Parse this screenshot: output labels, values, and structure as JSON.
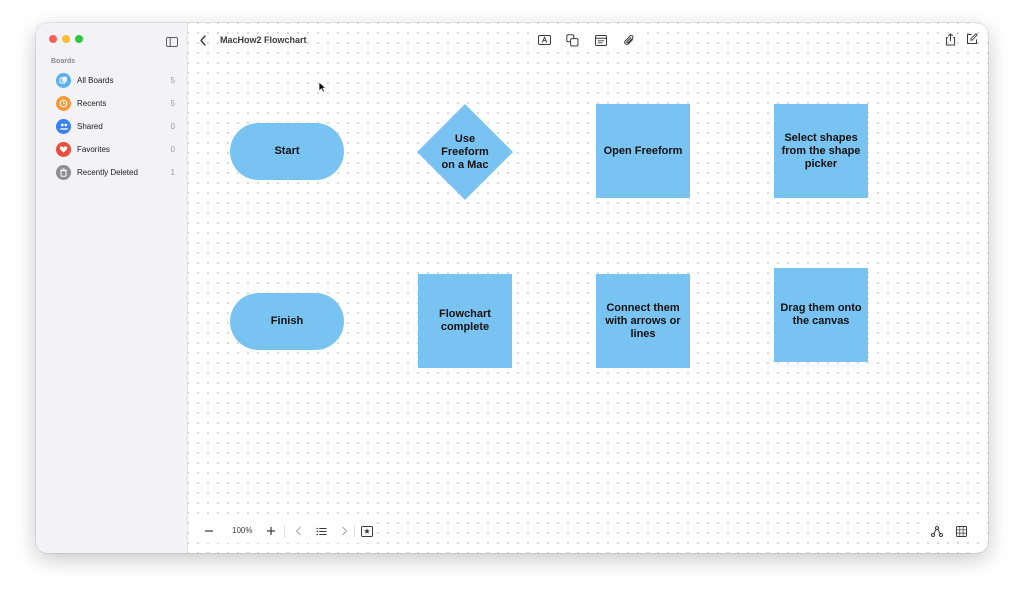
{
  "sidebar": {
    "section_label": "Boards",
    "items": [
      {
        "label": "All Boards",
        "count": "5",
        "icon": "all-boards-icon",
        "color": "#5ab0f0"
      },
      {
        "label": "Recents",
        "count": "5",
        "icon": "recents-clock-icon",
        "color": "#f59a3b"
      },
      {
        "label": "Shared",
        "count": "0",
        "icon": "shared-people-icon",
        "color": "#3a7ff5"
      },
      {
        "label": "Favorites",
        "count": "0",
        "icon": "heart-icon",
        "color": "#ee4b3b"
      },
      {
        "label": "Recently Deleted",
        "count": "1",
        "icon": "trash-icon",
        "color": "#8e8e93"
      }
    ]
  },
  "toolbar": {
    "title": "MacHow2 Flowchart"
  },
  "shapes": {
    "start": "Start",
    "diamond_line1": "Use",
    "diamond_line2": "Freeform",
    "diamond_line3": "on a Mac",
    "open": "Open Freeform",
    "select": "Select shapes from the shape picker",
    "finish": "Finish",
    "complete": "Flowchart complete",
    "connect": "Connect them with arrows or lines",
    "drag": "Drag them onto the canvas"
  },
  "bottom_bar": {
    "zoom": "100%"
  },
  "colors": {
    "shape_fill": "#78c3f2",
    "sidebar_bg": "#f3f3f5"
  }
}
